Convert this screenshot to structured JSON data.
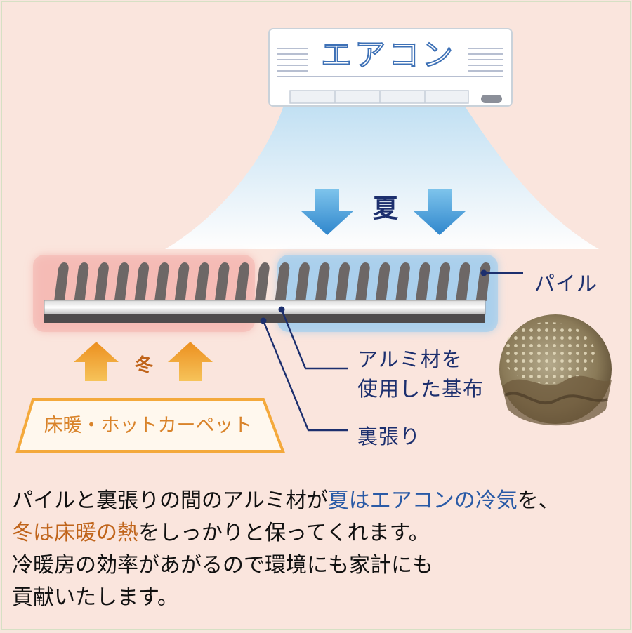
{
  "diagram": {
    "ac_label": "エアコン",
    "summer_label": "夏",
    "winter_label": "冬",
    "floor_label": "床暖・ホットカーペット",
    "pile_label": "パイル",
    "base_label_line1": "アルミ材を",
    "base_label_line2": "使用した基布",
    "backing_label": "裏張り",
    "colors": {
      "cool": "#4f9fd8",
      "warm": "#f3a63a",
      "navy": "#1c2f6e",
      "pile": "#6d6766"
    }
  },
  "text": {
    "line1_a": "パイルと裏張りの間のアルミ材が",
    "line1_b": "夏はエアコンの冷気",
    "line1_c": "を、",
    "line2_a": "冬は床暖の熱",
    "line2_b": "をしっかりと保ってくれます。",
    "line3": "冷暖房の効率があがるので環境にも家計にも",
    "line4": "貢献いたします。"
  }
}
